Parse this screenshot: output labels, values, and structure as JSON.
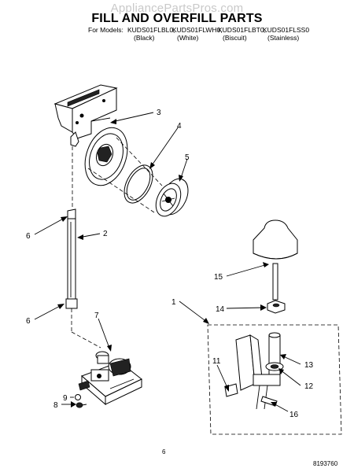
{
  "watermark": "AppliancePartsPros.com",
  "title": "FILL AND OVERFILL PARTS",
  "models_prefix": "For Models:",
  "models": [
    "KUDS01FLBL0,",
    "KUDS01FLWH0,",
    "KUDS01FLBT0,",
    "KUDS01FLSS0"
  ],
  "finishes": [
    "(Black)",
    "(White)",
    "(Biscuit)",
    "(Stainless)"
  ],
  "callouts": [
    "1",
    "2",
    "3",
    "4",
    "5",
    "6",
    "6",
    "7",
    "8",
    "9",
    "11",
    "12",
    "13",
    "14",
    "15",
    "16"
  ],
  "page_number": "6",
  "doc_number": "8193760"
}
